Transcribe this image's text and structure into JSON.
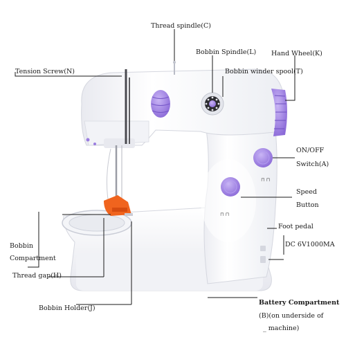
{
  "colors": {
    "machine_body": "#fbfbfd",
    "machine_shadow": "#e2e3ea",
    "accent_purple": "#a98be6",
    "accent_purple_dark": "#7d5fcc",
    "foot_orange": "#f0641e",
    "leader_line": "#1a1a1a"
  },
  "labels": {
    "thread_spindle": "Thread spindle(C)",
    "bobbin_spindle": "Bobbin Spindle(L)",
    "hand_wheel": "Hand Wheel(K)",
    "tension_screw": "Tension Screw(N)",
    "bobbin_winder_spool": "Bobbin winder spool(T)",
    "onoff_line1": "ON/OFF",
    "onoff_line2": "Switch(A)",
    "speed_line1": "Speed",
    "speed_line2": "Button",
    "foot_pedal": "Foot pedal",
    "dc_power": "DC 6V1000MA",
    "bobbin_comp_line1": "Bobbin",
    "bobbin_comp_line2": "Compartment",
    "thread_gap": "Thread gap(H)",
    "bobbin_holder": "Bobbin Holder(J)",
    "battery_line1": "Battery Compartment",
    "battery_line2": "(B)(on underside of",
    "battery_line3": "_ machine)"
  },
  "icons": {
    "tension_dial": "tension-dial-icon",
    "bobbin_spindle": "bobbin-spindle-icon",
    "hand_wheel": "hand-wheel-icon",
    "power_switch": "power-switch-icon",
    "speed_button": "speed-button-icon",
    "presser_foot": "presser-foot-icon",
    "needle": "needle-icon"
  }
}
